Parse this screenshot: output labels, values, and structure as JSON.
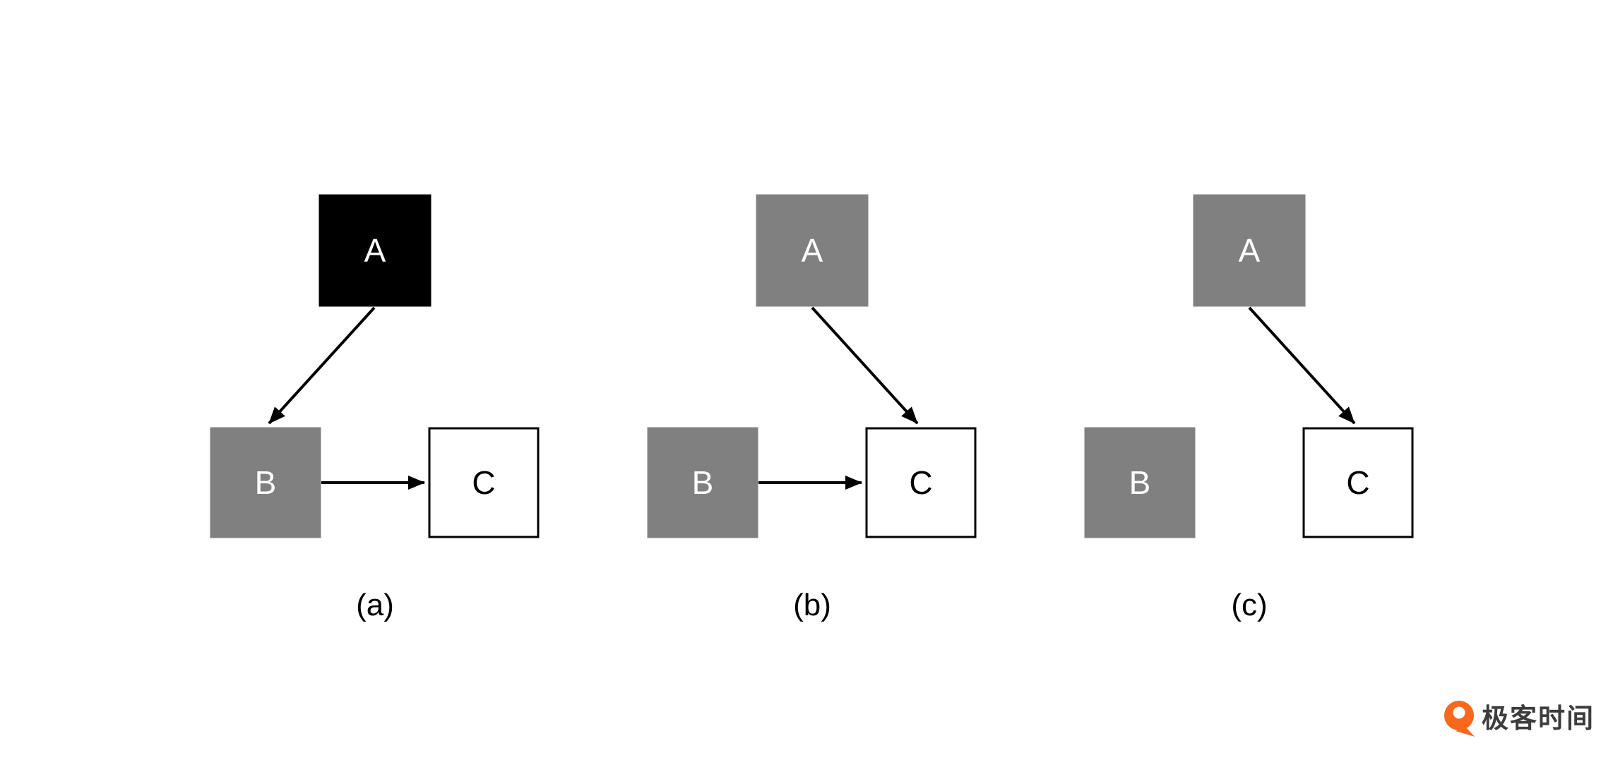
{
  "page": {
    "background": "#ffffff"
  },
  "colors": {
    "arrow": "#000000",
    "black_fill": "#000000",
    "gray_fill": "#808080",
    "white_fill": "#ffffff",
    "node_border": "#000000",
    "caption_text": "#000000",
    "logo_orange": "#f8681c",
    "logo_text_color": "#3c3c3c"
  },
  "diagrams": [
    {
      "caption": "(a)",
      "nodes": [
        {
          "id": "A",
          "label": "A",
          "fill": "#000000",
          "stroke": "#000000",
          "text_color": "#ffffff"
        },
        {
          "id": "B",
          "label": "B",
          "fill": "#808080",
          "stroke": "#808080",
          "text_color": "#ffffff"
        },
        {
          "id": "C",
          "label": "C",
          "fill": "#ffffff",
          "stroke": "#000000",
          "text_color": "#000000"
        }
      ],
      "edges": [
        {
          "from": "A",
          "to": "B"
        },
        {
          "from": "B",
          "to": "C"
        }
      ]
    },
    {
      "caption": "(b)",
      "nodes": [
        {
          "id": "A",
          "label": "A",
          "fill": "#808080",
          "stroke": "#808080",
          "text_color": "#ffffff"
        },
        {
          "id": "B",
          "label": "B",
          "fill": "#808080",
          "stroke": "#808080",
          "text_color": "#ffffff"
        },
        {
          "id": "C",
          "label": "C",
          "fill": "#ffffff",
          "stroke": "#000000",
          "text_color": "#000000"
        }
      ],
      "edges": [
        {
          "from": "A",
          "to": "C"
        },
        {
          "from": "B",
          "to": "C"
        }
      ]
    },
    {
      "caption": "(c)",
      "nodes": [
        {
          "id": "A",
          "label": "A",
          "fill": "#808080",
          "stroke": "#808080",
          "text_color": "#ffffff"
        },
        {
          "id": "B",
          "label": "B",
          "fill": "#808080",
          "stroke": "#808080",
          "text_color": "#ffffff"
        },
        {
          "id": "C",
          "label": "C",
          "fill": "#ffffff",
          "stroke": "#000000",
          "text_color": "#000000"
        }
      ],
      "edges": [
        {
          "from": "A",
          "to": "C"
        }
      ]
    }
  ],
  "watermark": {
    "text": "极客时间"
  }
}
